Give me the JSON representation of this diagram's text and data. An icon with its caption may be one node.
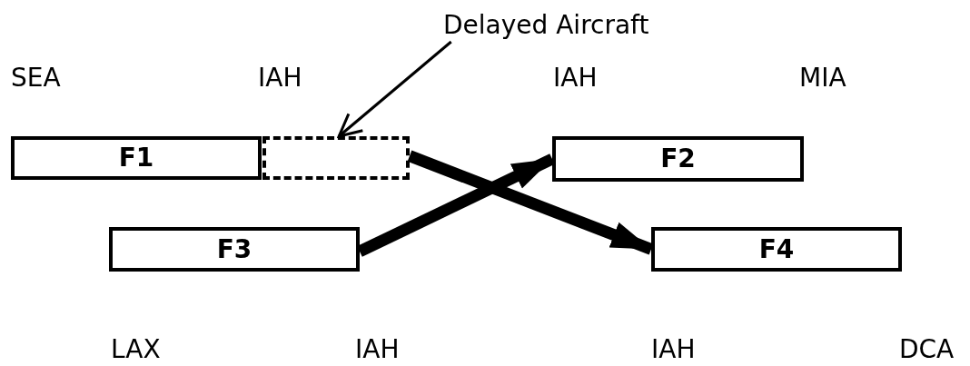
{
  "diagram": {
    "nodes": [
      {
        "text": [
          "F1"
        ]
      },
      {
        "text": [],
        "shape": "box"
      },
      {
        "text": [
          "F2"
        ]
      },
      {
        "text": [
          "F3"
        ]
      },
      {
        "text": [
          "F4"
        ]
      },
      {
        "text": [
          "Delayed Aircraft"
        ]
      }
    ],
    "edges": [
      {
        "from": 5,
        "to": 1,
        "arrow": "to"
      },
      {
        "from": 1,
        "to": 4,
        "arrow": "to"
      },
      {
        "from": 3,
        "to": 2,
        "arrow": "to"
      }
    ],
    "labels": [
      "SEA",
      "IAH",
      "IAH",
      "MIA",
      "LAX",
      "IAH",
      "IAH",
      "DCA"
    ]
  }
}
